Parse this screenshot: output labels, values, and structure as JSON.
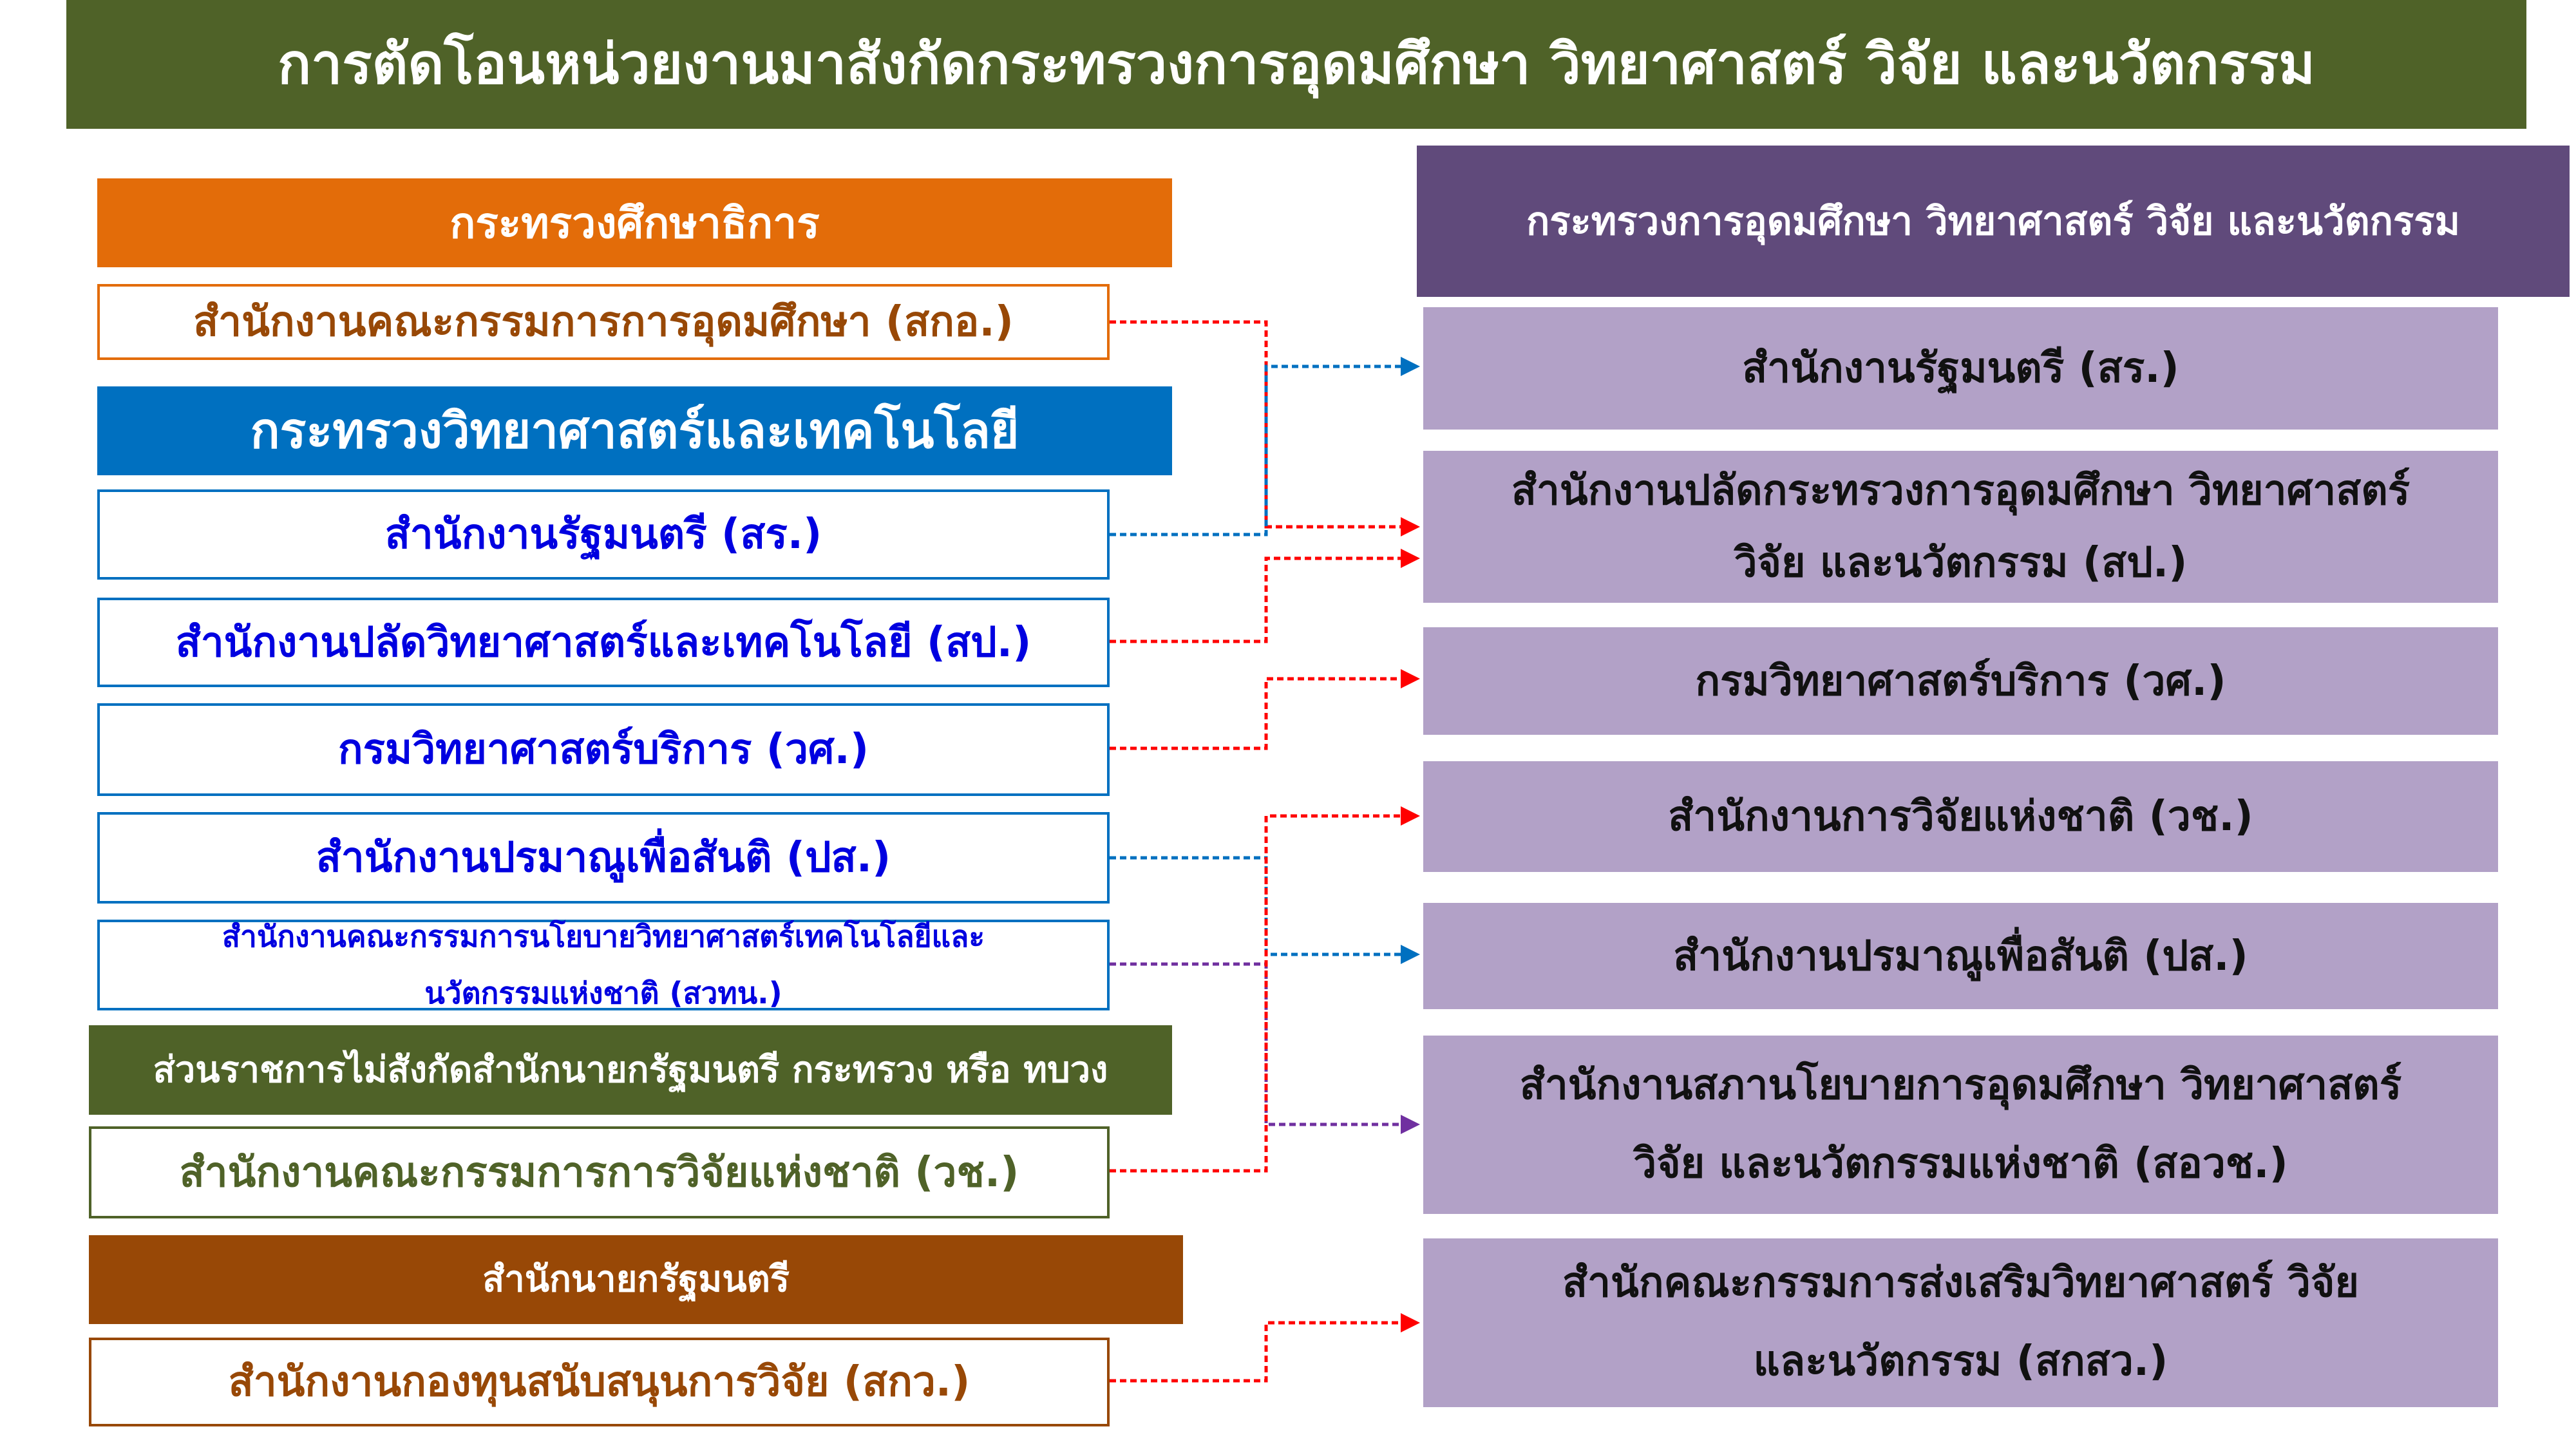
{
  "title": "การตัดโอนหน่วยงานมาสังกัดกระทรวงการอุดมศึกษา วิทยาศาสตร์ วิจัย และนวัตกรรม",
  "left": {
    "moe_header": "กระทรวงศึกษาธิการ",
    "ohec": "สำนักงานคณะกรรมการการอุดมศึกษา (สกอ.)",
    "most_header": "กระทรวงวิทยาศาสตร์และเทคโนโลยี",
    "most_minister_office": "สำนักงานรัฐมนตรี (สร.)",
    "most_permanent_secretary": "สำนักงานปลัดวิทยาศาสตร์และเทคโนโลยี (สป.)",
    "dss": "กรมวิทยาศาสตร์บริการ (วศ.)",
    "oap": "สำนักงานปรมาณูเพื่อสันติ (ปส.)",
    "sti_policy_line1": "สำนักงานคณะกรรมการนโยบายวิทยาศาสตร์เทคโนโลยีและ",
    "sti_policy_line2": "นวัตกรรมแห่งชาติ (สวทน.)",
    "independent_header": "ส่วนราชการไม่สังกัดสำนักนายกรัฐมนตรี กระทรวง หรือ ทบวง",
    "nrct": "สำนักงานคณะกรรมการการวิจัยแห่งชาติ (วช.)",
    "opm_header": "สำนักนายกรัฐมนตรี",
    "trf": "สำนักงานกองทุนสนับสนุนการวิจัย (สกว.)"
  },
  "right": {
    "header": "กระทรวงการอุดมศึกษา วิทยาศาสตร์ วิจัย และนวัตกรรม",
    "minister_office": "สำนักงานรัฐมนตรี (สร.)",
    "permanent_secretary_line1": "สำนักงานปลัดกระทรวงการอุดมศึกษา วิทยาศาสตร์",
    "permanent_secretary_line2": "วิจัย และนวัตกรรม (สป.)",
    "dss": "กรมวิทยาศาสตร์บริการ (วศ.)",
    "nrct": "สำนักงานการวิจัยแห่งชาติ (วช.)",
    "oap": "สำนักงานปรมาณูเพื่อสันติ (ปส.)",
    "policy_council_line1": "สำนักงานสภานโยบายการอุดมศึกษา วิทยาศาสตร์",
    "policy_council_line2": "วิจัย และนวัตกรรมแห่งชาติ (สอวช.)",
    "tsri_line1": "สำนักคณะกรรมการส่งเสริมวิทยาศาสตร์ วิจัย",
    "tsri_line2": "และนวัตกรรม (สกสว.)"
  },
  "colors": {
    "title_bg": "#4F6228",
    "moe": "#E36C09",
    "most": "#0070C0",
    "independent": "#4F6228",
    "opm": "#984806",
    "mhesi": "#604A7B",
    "mhesi_unit": "#B2A1C7",
    "link_red": "#FF0000",
    "link_blue": "#0070C0",
    "link_purple": "#7030A0"
  }
}
